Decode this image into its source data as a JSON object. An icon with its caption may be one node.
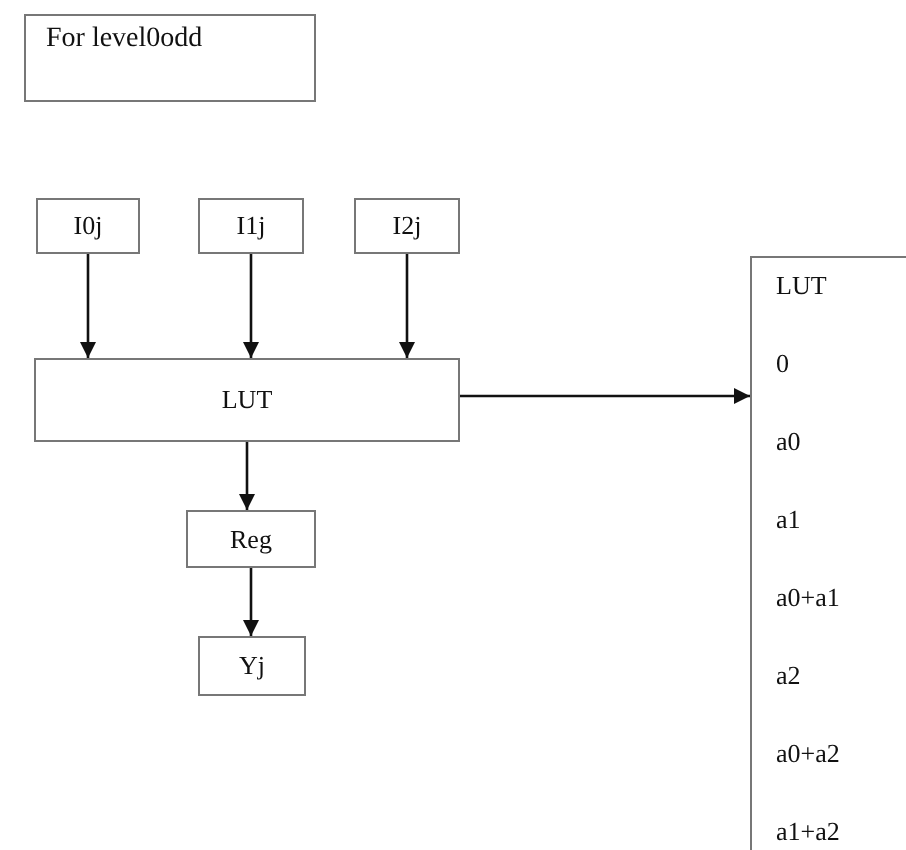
{
  "diagram": {
    "nodes": [
      {
        "text": [
          "For level0odd"
        ]
      },
      {
        "text": [
          "I0j"
        ]
      },
      {
        "text": [
          "I1j"
        ]
      },
      {
        "text": [
          "I2j"
        ]
      },
      {
        "text": [
          "LUT"
        ]
      },
      {
        "text": [
          "Reg"
        ]
      },
      {
        "text": [
          "Yj"
        ]
      },
      {
        "text": [
          "LUT",
          "0",
          "a0",
          "a1",
          "a0+a1",
          "a2",
          "a0+a2",
          "a1+a2"
        ]
      }
    ],
    "edges": [
      {
        "from": 1,
        "to": 4,
        "arrow": "to"
      },
      {
        "from": 2,
        "to": 4,
        "arrow": "to"
      },
      {
        "from": 3,
        "to": 4,
        "arrow": "to"
      },
      {
        "from": 4,
        "to": 7,
        "arrow": "to"
      },
      {
        "from": 4,
        "to": 5,
        "arrow": "to"
      },
      {
        "from": 5,
        "to": 6,
        "arrow": "to"
      }
    ]
  }
}
